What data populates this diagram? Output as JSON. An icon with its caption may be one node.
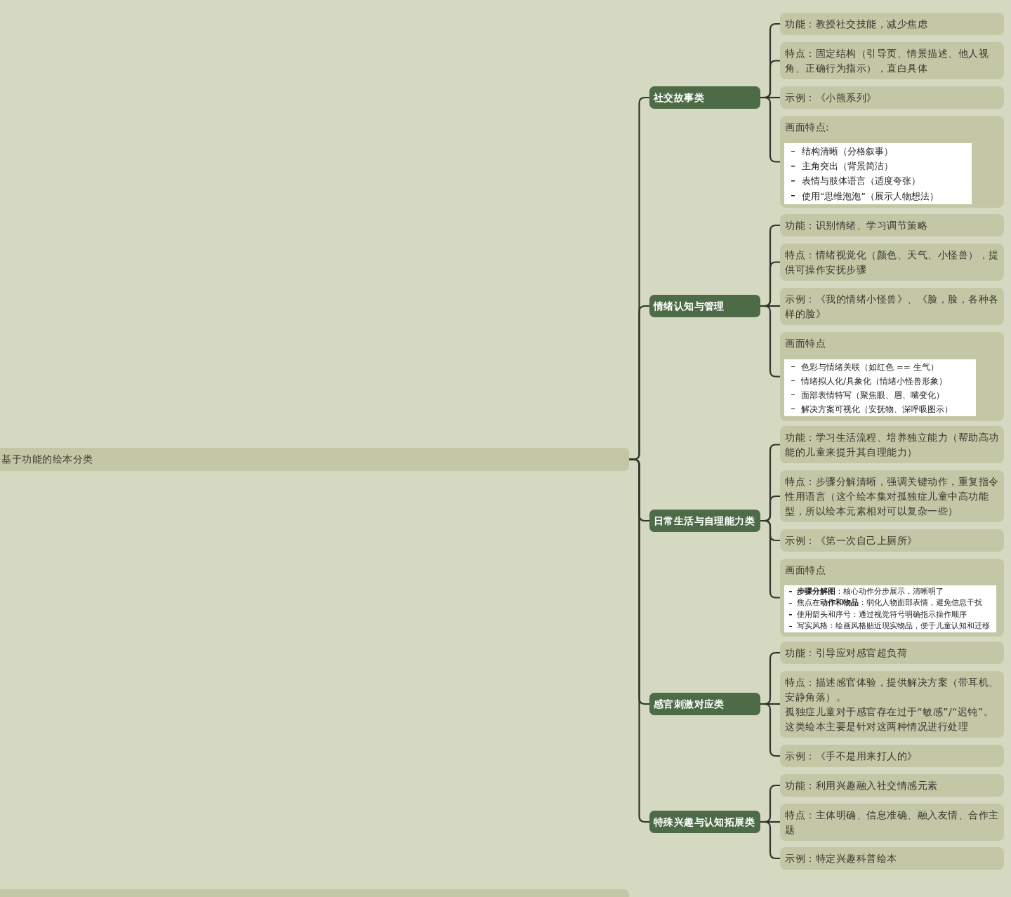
{
  "diagram": {
    "nodes": [
      {
        "text": [
          "基于功能的绘本分类"
        ]
      },
      {
        "text": [
          "社交故事类"
        ]
      },
      {
        "text": [
          "功能：教授社交技能，减少焦虑"
        ]
      },
      {
        "text": [
          "特点：固定结构（引导页、情景描述、他人视角、正确行为指示），直白具体"
        ]
      },
      {
        "text": [
          "示例：《小熊系列》"
        ]
      },
      {
        "text": [
          "画面特点:"
        ]
      },
      {
        "text": [
          "结构清晰（分格叙事）",
          "主角突出（背景简洁）",
          "表情与肢体语言（适度夸张）",
          "使用“思维泡泡”（展示人物想法）"
        ],
        "in": 5
      },
      {
        "text": [
          "情绪认知与管理"
        ]
      },
      {
        "text": [
          "功能：识别情绪、学习调节策略"
        ]
      },
      {
        "text": [
          "特点：情绪视觉化（颜色、天气、小怪兽），提供可操作安抚步骤"
        ]
      },
      {
        "text": [
          "示例：《我的情绪小怪兽》、《脸，脸，各种各样的脸》"
        ]
      },
      {
        "text": [
          "画面特点"
        ]
      },
      {
        "text": [
          "色彩与情绪关联（如红色 == 生气）",
          "情绪拟人化/具象化（情绪小怪兽形象）",
          "面部表情特写（聚焦眼、眉、嘴变化）",
          "解决方案可视化（安抚物、深呼吸图示）"
        ],
        "in": 11
      },
      {
        "text": [
          "日常生活与自理能力类"
        ]
      },
      {
        "text": [
          "功能：学习生活流程、培养独立能力（帮助高功能的儿童来提升其自理能力）"
        ]
      },
      {
        "text": [
          "特点：步骤分解清晰，强调关键动作，重复指令性用语言（这个绘本集对孤独症儿童中高功能型，所以绘本元素相对可以复杂一些）"
        ]
      },
      {
        "text": [
          "示例：《第一次自己上厕所》"
        ]
      },
      {
        "text": [
          "画面特点"
        ]
      },
      {
        "text": [
          "**步骤分解图**：核心动作分步展示，清晰明了",
          "焦点在**动作和物品**：弱化人物面部表情，避免信息干扰",
          "使用箭头和序号：通过视觉符号明确指示操作顺序",
          "写实风格：绘画风格贴近现实物品，便于儿童认知和迁移"
        ],
        "in": 17
      },
      {
        "text": [
          "感官刺激对应类"
        ]
      },
      {
        "text": [
          "功能：引导应对感官超负荷"
        ]
      },
      {
        "text": [
          "特点：描述感官体验，提供解决方案（带耳机、安静角落）。",
          "孤独症儿童对于感官存在过于“敏感”/“迟钝”。这类绘本主要是针对这两种情况进行处理"
        ]
      },
      {
        "text": [
          "示例：《手不是用来打人的》"
        ]
      },
      {
        "text": [
          "特殊兴趣与认知拓展类"
        ]
      },
      {
        "text": [
          "功能：利用兴趣融入社交情感元素"
        ]
      },
      {
        "text": [
          "特点：主体明确、信息准确、融入友情、合作主题"
        ]
      },
      {
        "text": [
          "示例：特定兴趣科普绘本"
        ]
      },
      {
        "text": [],
        "shape": "box"
      }
    ],
    "edges": [
      {
        "from": 0,
        "to": 1,
        "arrow": "none"
      },
      {
        "from": 0,
        "to": 7,
        "arrow": "none"
      },
      {
        "from": 0,
        "to": 13,
        "arrow": "none"
      },
      {
        "from": 0,
        "to": 19,
        "arrow": "none"
      },
      {
        "from": 0,
        "to": 23,
        "arrow": "none"
      },
      {
        "from": 1,
        "to": 2,
        "arrow": "none"
      },
      {
        "from": 1,
        "to": 3,
        "arrow": "none"
      },
      {
        "from": 1,
        "to": 4,
        "arrow": "none"
      },
      {
        "from": 1,
        "to": 5,
        "arrow": "none"
      },
      {
        "from": 7,
        "to": 8,
        "arrow": "none"
      },
      {
        "from": 7,
        "to": 9,
        "arrow": "none"
      },
      {
        "from": 7,
        "to": 10,
        "arrow": "none"
      },
      {
        "from": 7,
        "to": 11,
        "arrow": "none"
      },
      {
        "from": 13,
        "to": 14,
        "arrow": "none"
      },
      {
        "from": 13,
        "to": 15,
        "arrow": "none"
      },
      {
        "from": 13,
        "to": 16,
        "arrow": "none"
      },
      {
        "from": 13,
        "to": 17,
        "arrow": "none"
      },
      {
        "from": 19,
        "to": 20,
        "arrow": "none"
      },
      {
        "from": 19,
        "to": 21,
        "arrow": "none"
      },
      {
        "from": 19,
        "to": 22,
        "arrow": "none"
      },
      {
        "from": 23,
        "to": 24,
        "arrow": "none"
      },
      {
        "from": 23,
        "to": 25,
        "arrow": "none"
      },
      {
        "from": 23,
        "to": 26,
        "arrow": "none"
      }
    ]
  }
}
